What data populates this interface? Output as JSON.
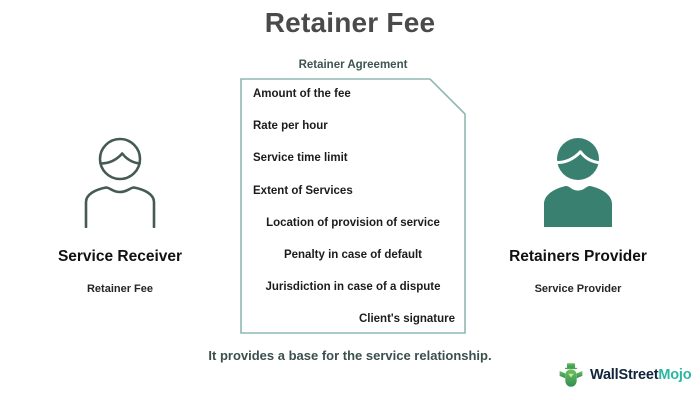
{
  "title": "Retainer Fee",
  "document": {
    "caption": "Retainer Agreement",
    "items": [
      {
        "text": "Amount of the fee",
        "align": "left"
      },
      {
        "text": "Rate per hour",
        "align": "left"
      },
      {
        "text": "Service time limit",
        "align": "left"
      },
      {
        "text": "Extent of Services",
        "align": "left"
      },
      {
        "text": "Location of provision of service",
        "align": "center"
      },
      {
        "text": "Penalty in case of default",
        "align": "center"
      },
      {
        "text": "Jurisdiction in case of a dispute",
        "align": "center"
      },
      {
        "text": "Client's signature",
        "align": "right"
      }
    ]
  },
  "left_party": {
    "icon": "person-outline-icon",
    "title": "Service Receiver",
    "subtitle": "Retainer Fee"
  },
  "right_party": {
    "icon": "person-filled-icon",
    "title": "Retainers Provider",
    "subtitle": "Service Provider"
  },
  "footer": {
    "note": "It provides a base for the service relationship.",
    "logo_primary": "WallStreet",
    "logo_accent": "Mojo",
    "logo_icon": "bull-with-tophat-icon"
  },
  "colors": {
    "title_gray": "#4a4a4a",
    "teal_fill": "#3a8071",
    "outline_green": "#455a54",
    "doc_border": "#8fb8b2",
    "caption_slate": "#3f5452",
    "logo_navy": "#12243b",
    "logo_teal": "#2bb6a3"
  }
}
